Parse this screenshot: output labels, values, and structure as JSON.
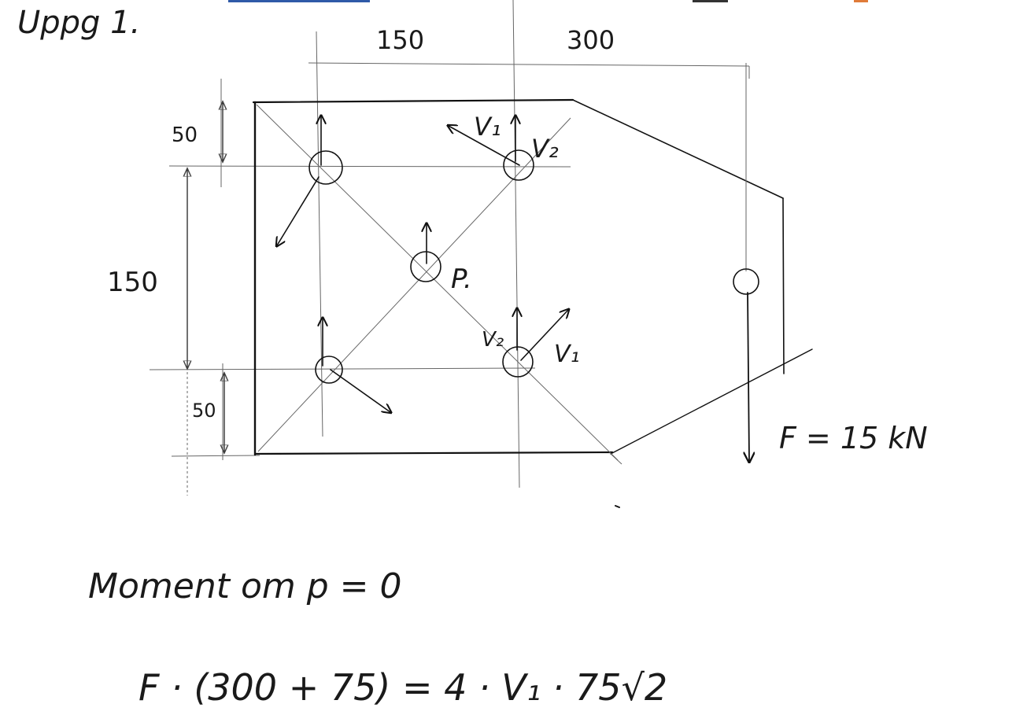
{
  "title": "Uppg 1.",
  "dimensions": {
    "top_left": "150",
    "top_right": "300",
    "left_top": "50",
    "left_middle": "150",
    "left_bottom": "50"
  },
  "labels": {
    "v1_top": "V₁",
    "v2_top": "V₂",
    "v2_bottom": "V₂",
    "v1_bottom": "V₁",
    "center": "P.",
    "force": "F = 15 kN"
  },
  "equations": {
    "line1": "Moment om p = 0",
    "line2": "F · (300 + 75) = 4 · V₁ · 75√2"
  },
  "colors": {
    "ink": "#111111",
    "guide": "#666666",
    "tab_blue": "#2f5aa8",
    "tab_dark": "#333333",
    "tab_orange": "#e07b39"
  }
}
